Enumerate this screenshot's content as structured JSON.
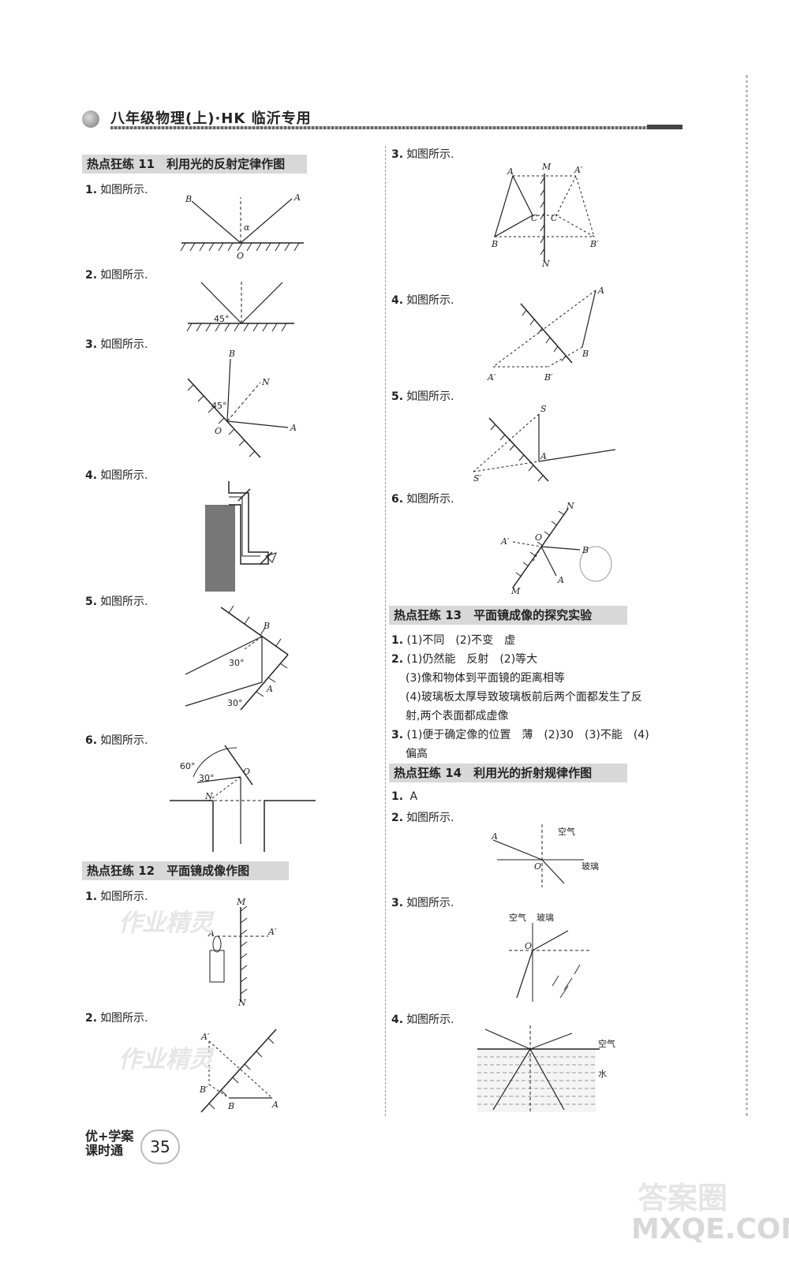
{
  "header": {
    "title": "八年级物理(上)·HK 临沂专用"
  },
  "left": {
    "sec11": "热点狂练 11　利用光的反射定律作图",
    "sec12": "热点狂练 12　平面镜成像作图",
    "items11": [
      {
        "num": "1.",
        "text": "如图所示."
      },
      {
        "num": "2.",
        "text": "如图所示."
      },
      {
        "num": "3.",
        "text": "如图所示."
      },
      {
        "num": "4.",
        "text": "如图所示."
      },
      {
        "num": "5.",
        "text": "如图所示."
      },
      {
        "num": "6.",
        "text": "如图所示."
      }
    ],
    "items12": [
      {
        "num": "1.",
        "text": "如图所示."
      },
      {
        "num": "2.",
        "text": "如图所示."
      }
    ]
  },
  "right": {
    "items12": [
      {
        "num": "3.",
        "text": "如图所示."
      },
      {
        "num": "4.",
        "text": "如图所示."
      },
      {
        "num": "5.",
        "text": "如图所示."
      },
      {
        "num": "6.",
        "text": "如图所示."
      }
    ],
    "sec13": "热点狂练 13　平面镜成像的探究实验",
    "ans13": [
      {
        "num": "1.",
        "text": "(1)不同　(2)不变　虚"
      },
      {
        "num": "2.",
        "text": "(1)仍然能　反射　(2)等大"
      },
      {
        "num": "",
        "text": "(3)像和物体到平面镜的距离相等"
      },
      {
        "num": "",
        "text": "(4)玻璃板太厚导致玻璃板前后两个面都发生了反"
      },
      {
        "num": "",
        "text": "射,两个表面都成虚像"
      },
      {
        "num": "3.",
        "text": "(1)便于确定像的位置　薄　(2)30　(3)不能　(4)"
      },
      {
        "num": "",
        "text": "偏高"
      }
    ],
    "sec14": "热点狂练 14　利用光的折射规律作图",
    "items14": [
      {
        "num": "1.",
        "text": "A"
      },
      {
        "num": "2.",
        "text": "如图所示."
      },
      {
        "num": "3.",
        "text": "如图所示."
      },
      {
        "num": "4.",
        "text": "如图所示."
      }
    ]
  },
  "labels": {
    "air": "空气",
    "glass": "玻璃",
    "water": "水",
    "deg45": "45°",
    "deg30": "30°",
    "deg60": "60°",
    "alpha": "α"
  },
  "footer": {
    "brand1": "优+学案",
    "brand2": "课时通",
    "page": "35"
  },
  "watermark": {
    "w1": "答案圈",
    "w2": "MXQE.COM",
    "w3": "作业精灵"
  }
}
